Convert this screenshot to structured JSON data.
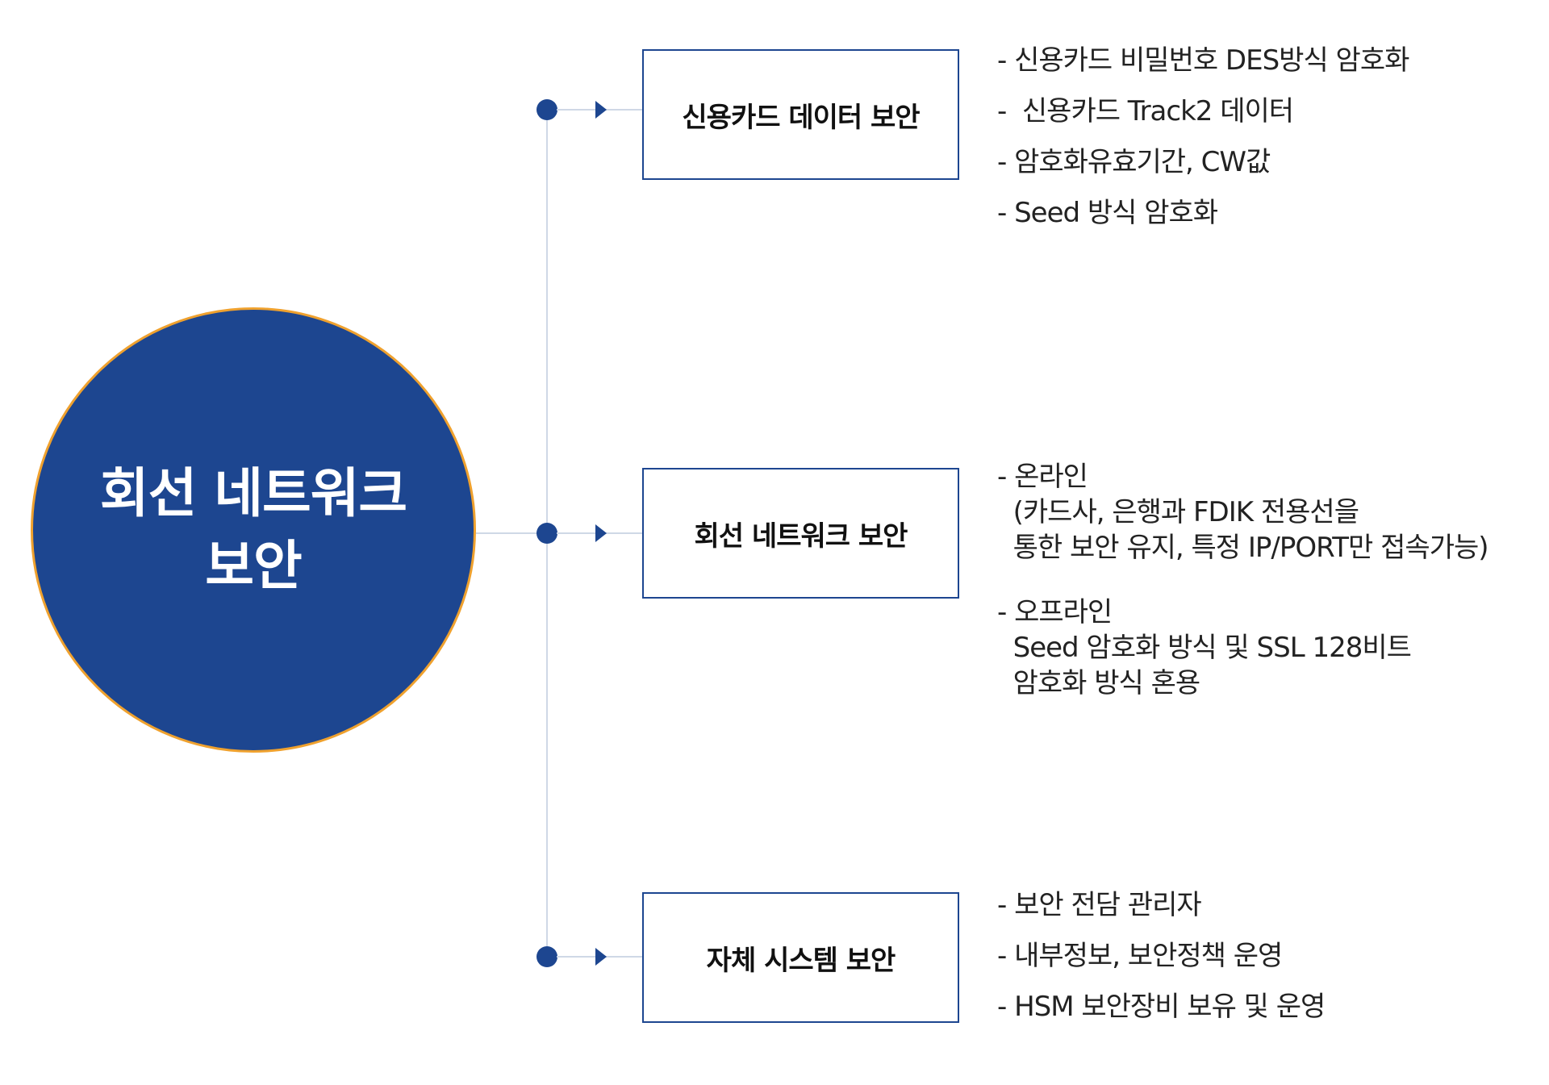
{
  "center": {
    "title": "회선 네트워크\n보안"
  },
  "branches": [
    {
      "box_label": "신용카드 데이터 보안",
      "details": [
        "- 신용카드 비밀번호 DES방식 암호화",
        "-  신용카드 Track2 데이터",
        "- 암호화유효기간, CW값",
        "- Seed 방식 암호화"
      ]
    },
    {
      "box_label": "회선 네트워크 보안",
      "details": [
        "- 온라인",
        "  (카드사, 은행과 FDIK 전용선을",
        "  통한 보안 유지, 특정 IP/PORT만 접속가능)",
        "- 오프라인",
        "  Seed 암호화 방식 및 SSL 128비트",
        "  암호화 방식 혼용"
      ]
    },
    {
      "box_label": "자체 시스템 보안",
      "details": [
        "- 보안 전담 관리자",
        "- 내부정보, 보안정책 운영",
        "- HSM 보안장비 보유 및 운영"
      ]
    }
  ],
  "colors": {
    "navy": "#1d4690",
    "circle_border": "#efa12e",
    "connector": "#cfd8e6"
  }
}
